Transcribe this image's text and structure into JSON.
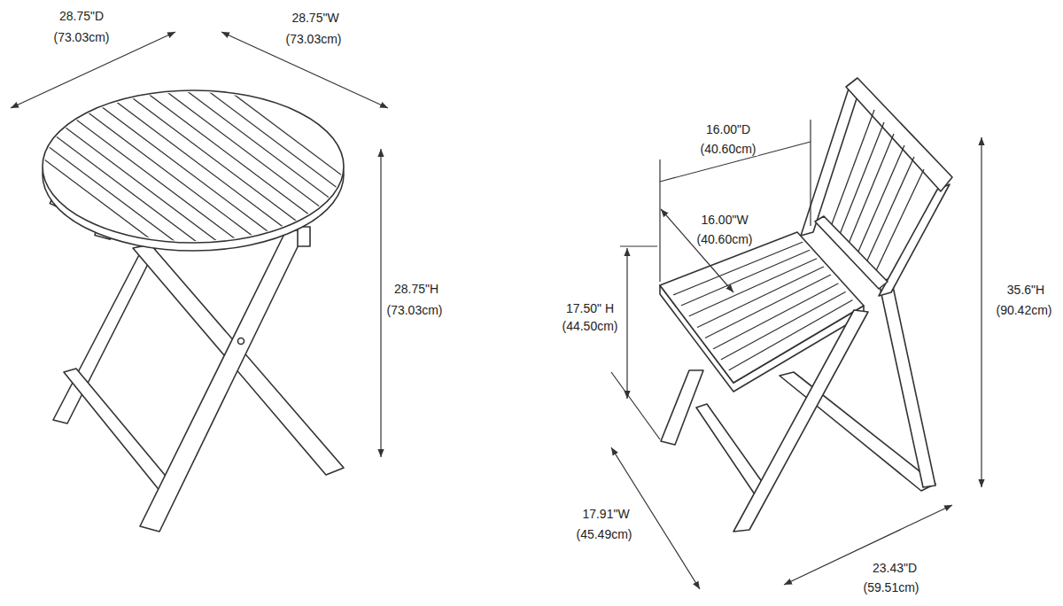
{
  "diagram": {
    "labels": [
      "28.75\"D",
      "(73.03cm)",
      "28.75\"W",
      "(73.03cm)",
      "28.75\"H",
      "(73.03cm)",
      "16.00\"D",
      "(40.60cm)",
      "16.00\"W",
      "(40.60cm)",
      "17.50\" H",
      "(44.50cm)",
      "35.6\"H",
      "(90.42cm)",
      "17.91\"W",
      "(45.49cm)",
      "23.43\"D",
      "(59.51cm)"
    ]
  }
}
